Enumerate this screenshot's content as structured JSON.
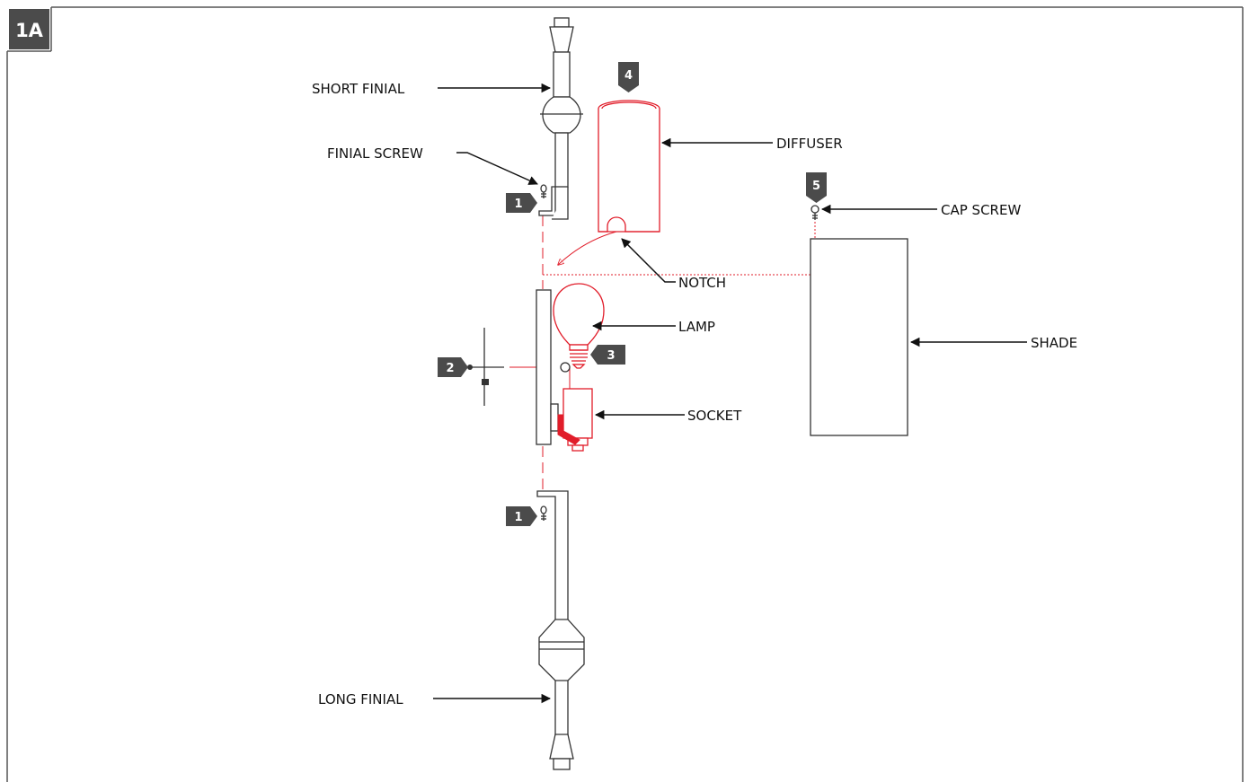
{
  "figure": {
    "badge": "1A",
    "colors": {
      "part": "#333333",
      "highlight": "#e11d2a",
      "tag": "#4b4b4b"
    }
  },
  "labels": {
    "short_finial": "SHORT FINIAL",
    "finial_screw": "FINIAL SCREW",
    "diffuser": "DIFFUSER",
    "cap_screw": "CAP SCREW",
    "notch": "NOTCH",
    "lamp": "LAMP",
    "shade": "SHADE",
    "socket": "SOCKET",
    "long_finial": "LONG FINIAL"
  },
  "step_tags": {
    "finial_screw_top": "1",
    "finial_screw_bottom": "1",
    "mounting_bracket": "2",
    "lamp": "3",
    "diffuser": "4",
    "cap_screw": "5"
  }
}
